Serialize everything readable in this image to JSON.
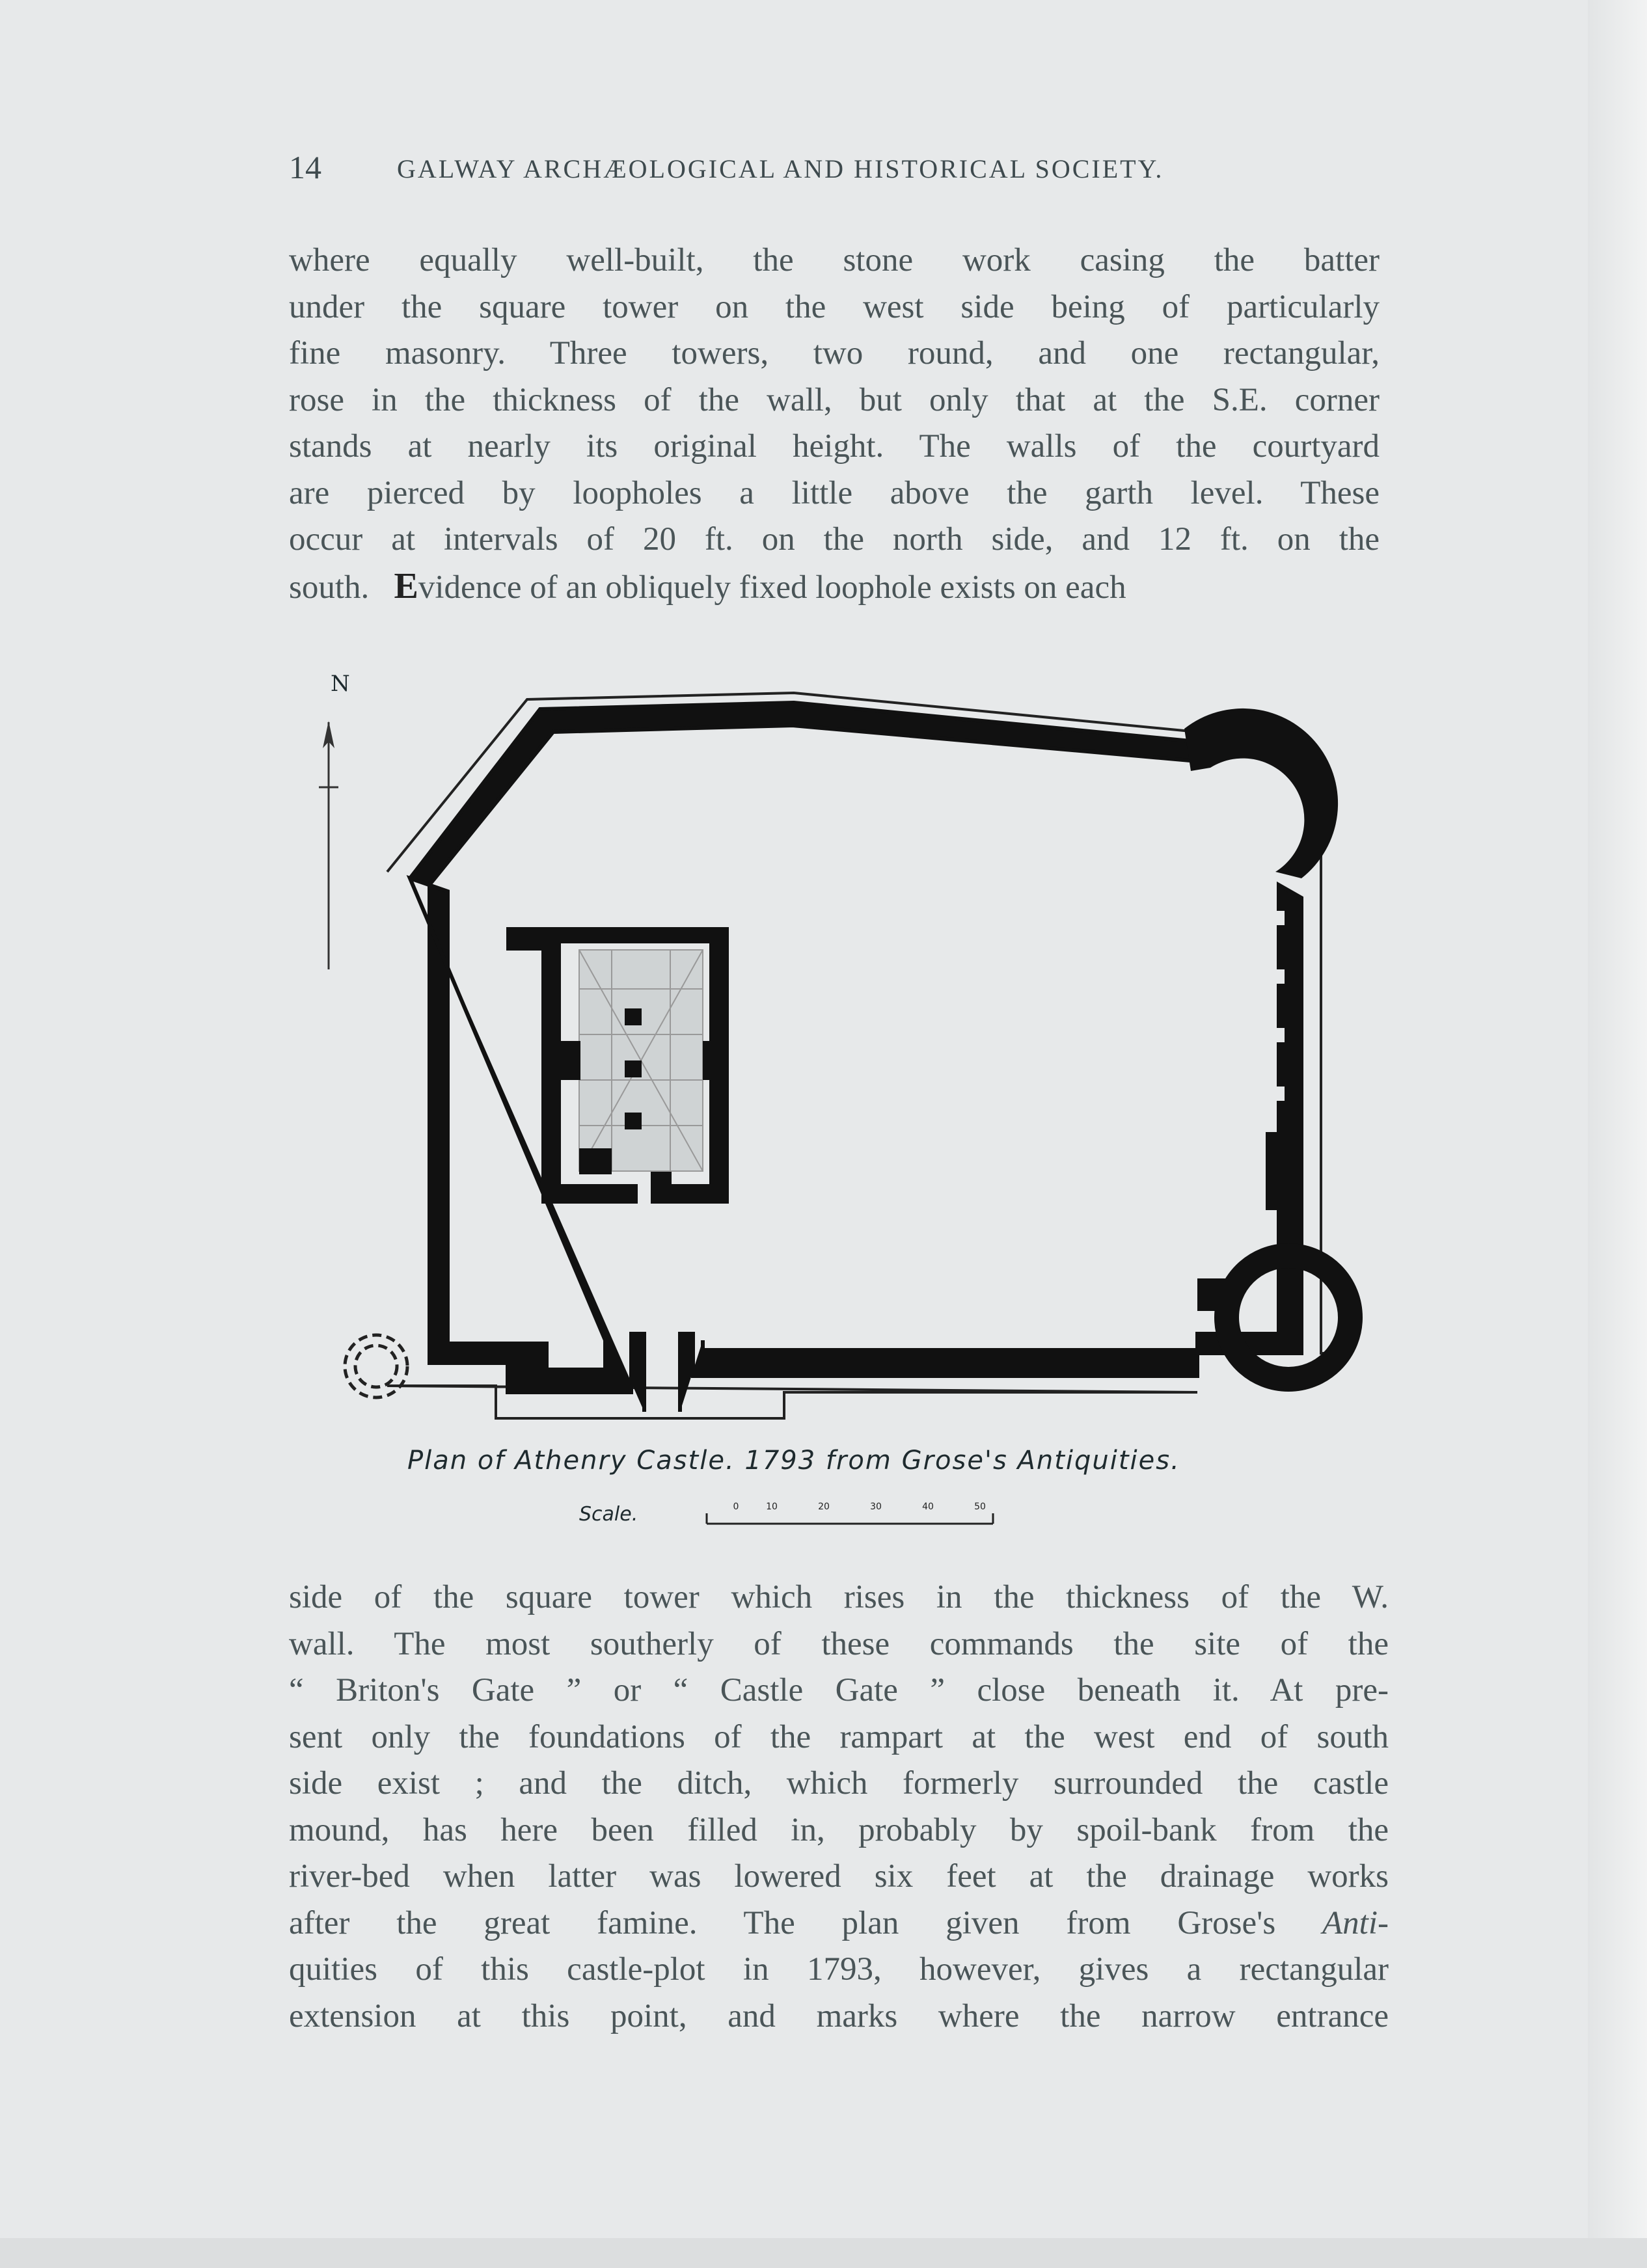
{
  "header": {
    "page_number": "14",
    "running_title": "GALWAY ARCHÆOLOGICAL AND HISTORICAL SOCIETY."
  },
  "paragraph_top": {
    "dropcap": "E",
    "lines": [
      "where equally well-built, the stone work casing the batter",
      "under the square tower on the west side being of particularly",
      "fine masonry. Three towers, two round, and one rectangular,",
      "rose in the thickness of the wall, but only that at the S.E. corner",
      "stands at nearly its original height. The walls of the courtyard",
      "are pierced by loopholes a little above the garth level. These",
      "occur at intervals of 20 ft. on the north side, and 12 ft. on the",
      "south.",
      "vidence of an obliquely fixed loophole exists on each"
    ]
  },
  "figure": {
    "north_label": "N",
    "caption": "Plan of Athenry Castle. 1793 from Grose's Antiquities.",
    "scale_label": "Scale.",
    "scale_ticks": [
      "0",
      "10",
      "20",
      "30",
      "40",
      "50"
    ]
  },
  "paragraph_bottom": {
    "lines": [
      "side of the square tower which rises in the thickness of the W.",
      "wall. The most southerly of these commands the site of the",
      "“ Briton's Gate ” or “ Castle Gate ” close beneath it. At pre-",
      "sent only the foundations of the rampart at the west end of south",
      "side exist ; and the ditch, which formerly surrounded the castle",
      "mound, has here been filled in, probably by spoil-bank from the",
      "river-bed when latter was lowered six feet at the drainage works",
      "after the great famine. The plan given from Grose's",
      "quities of this castle-plot in 1793, however, gives a rectangular",
      "extension at this point, and marks where the narrow entrance"
    ],
    "italic_word_end": "Anti-"
  }
}
